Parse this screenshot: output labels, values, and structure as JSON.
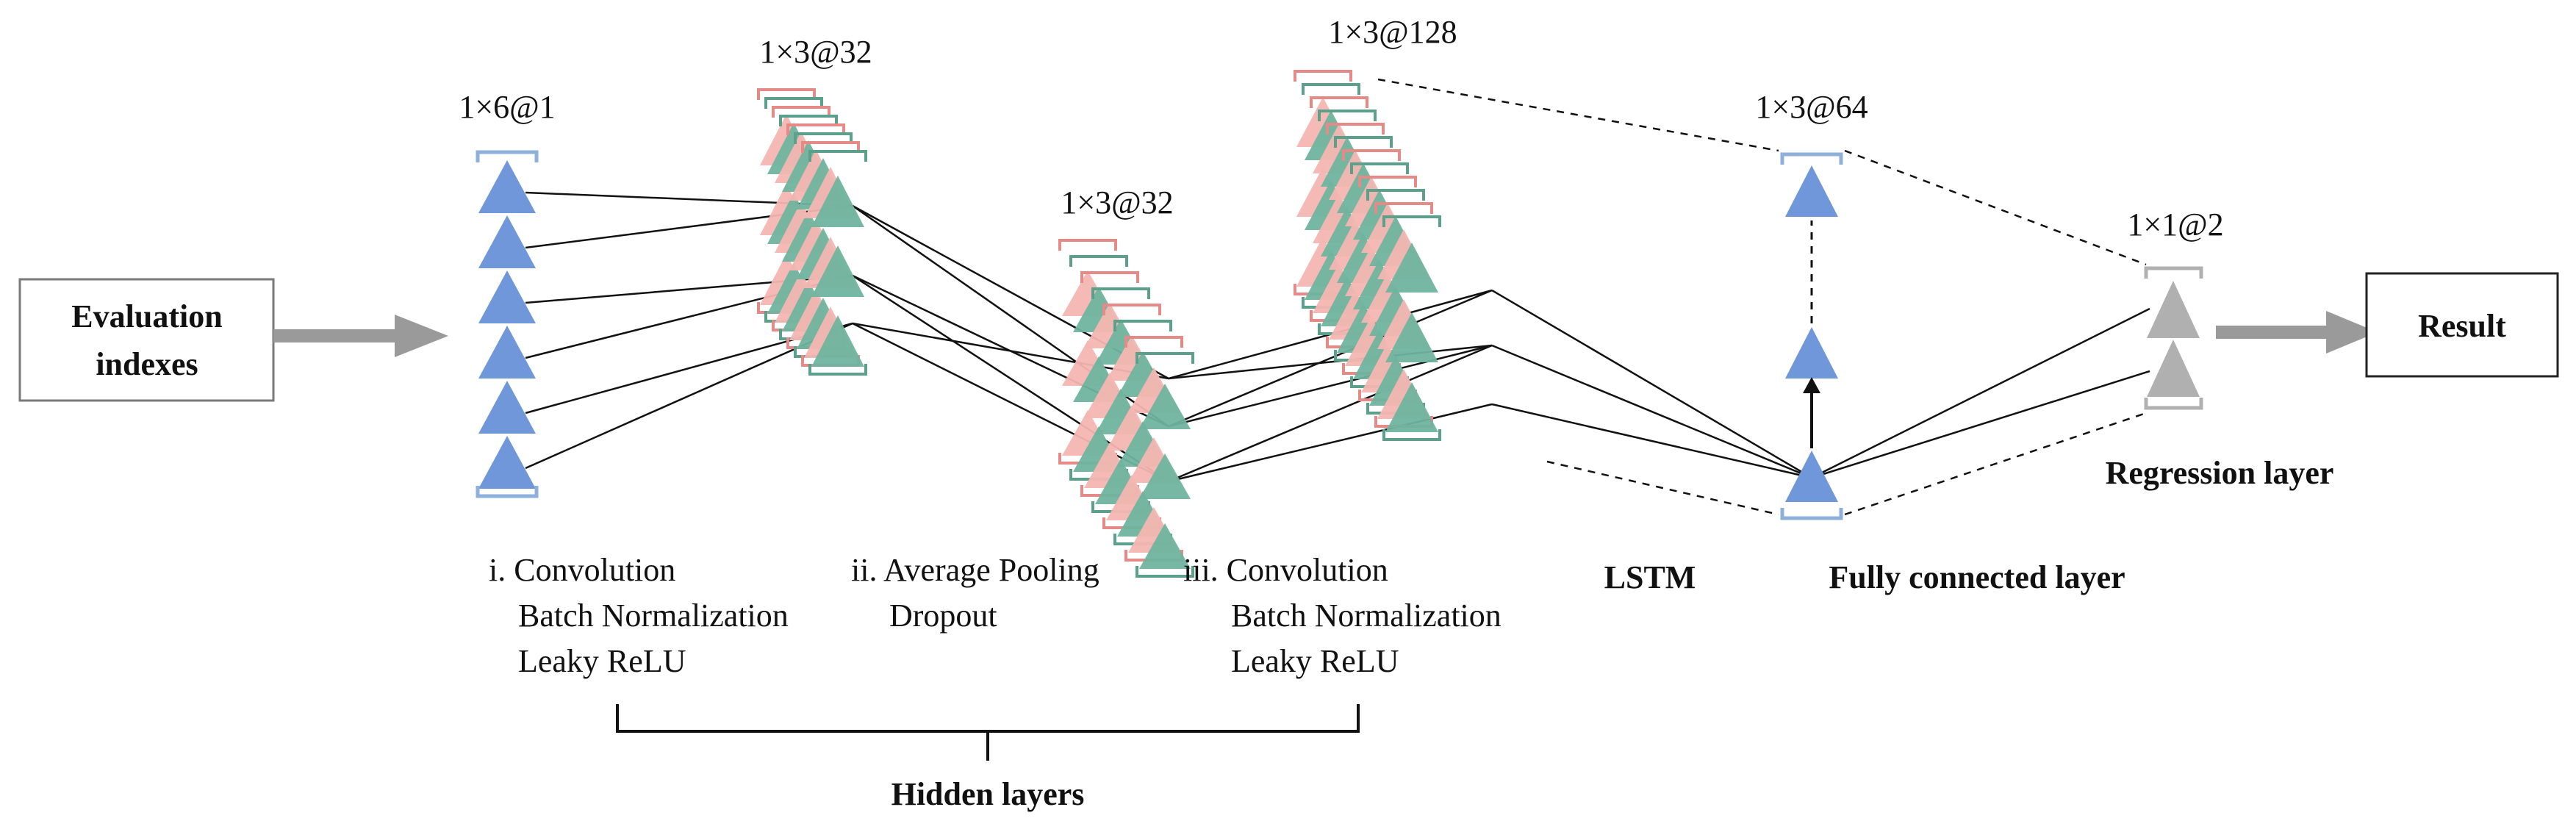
{
  "input_box": {
    "line1": "Evaluation",
    "line2": "indexes"
  },
  "output_box": {
    "label": "Result"
  },
  "layers": {
    "input": {
      "shape": "1×6@1"
    },
    "conv1": {
      "shape": "1×3@32"
    },
    "pool": {
      "shape": "1×3@32"
    },
    "conv2": {
      "shape": "1×3@128"
    },
    "fc": {
      "shape": "1×3@64"
    },
    "regression": {
      "shape": "1×1@2"
    }
  },
  "captions": {
    "conv1": [
      "i. Convolution",
      "Batch Normalization",
      "Leaky ReLU"
    ],
    "pool": [
      "ii. Average Pooling",
      "Dropout"
    ],
    "conv2": [
      "iii. Convolution",
      "Batch Normalization",
      "Leaky ReLU"
    ],
    "lstm": "LSTM",
    "fc": "Fully connected layer",
    "regression": "Regression  layer",
    "hidden": "Hidden layers"
  },
  "colors": {
    "blue": "#6F97D9",
    "blue_bracket": "#8FB0DB",
    "green": "#6FB49E",
    "green_bracket": "#5AA08A",
    "pink": "#F4B6B1",
    "pink_bracket": "#E58A86",
    "gray": "#B0B0B0",
    "arrow": "#9A9A9A"
  }
}
